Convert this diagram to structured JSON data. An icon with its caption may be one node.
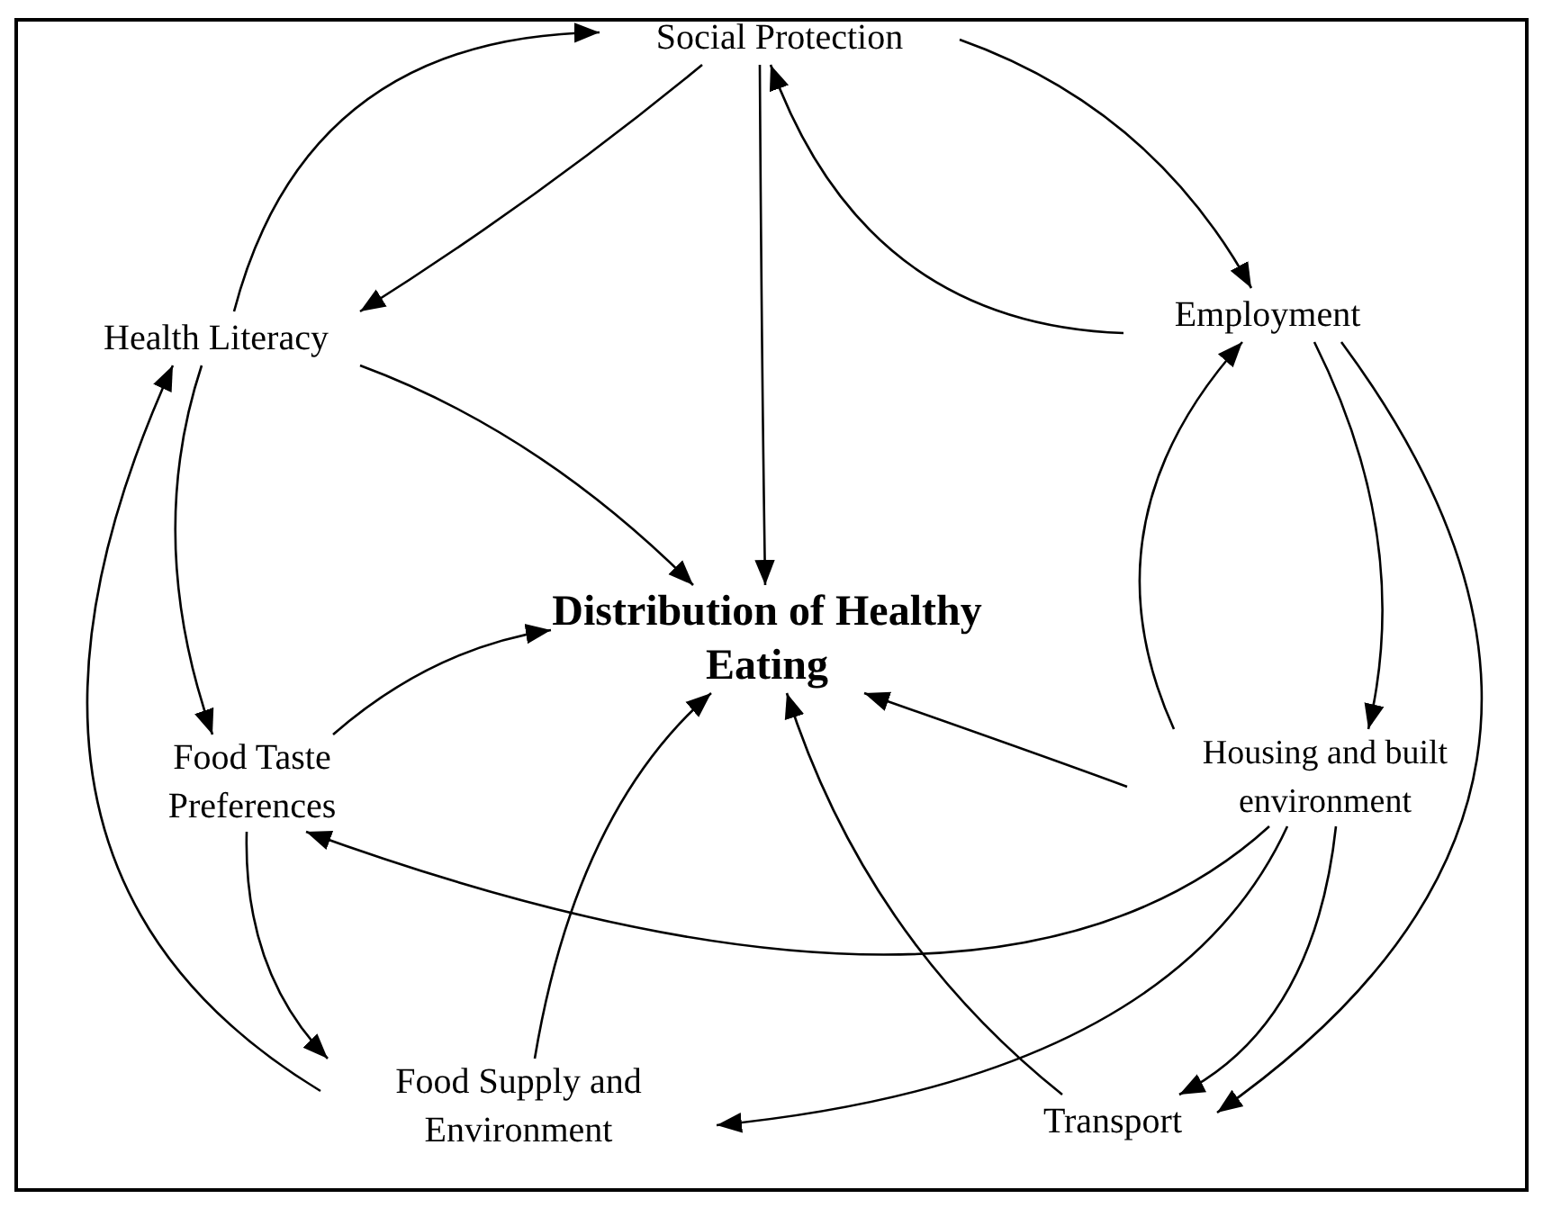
{
  "diagram": {
    "nodes": [
      {
        "text": [
          "Social Protection"
        ]
      },
      {
        "text": [
          "Health Literacy"
        ]
      },
      {
        "text": [
          "Employment"
        ]
      },
      {
        "text": [
          "Distribution of Healthy Eating"
        ]
      },
      {
        "text": [
          "Food Taste Preferences"
        ]
      },
      {
        "text": [
          "Housing and built environment"
        ]
      },
      {
        "text": [
          "Food Supply and Environment"
        ]
      },
      {
        "text": [
          "Transport"
        ]
      }
    ],
    "edges": [
      {
        "from": 1,
        "to": 0,
        "arrow": "to"
      },
      {
        "from": 0,
        "to": 1,
        "arrow": "to"
      },
      {
        "from": 0,
        "to": 3,
        "arrow": "to"
      },
      {
        "from": 0,
        "to": 2,
        "arrow": "to"
      },
      {
        "from": 2,
        "to": 0,
        "arrow": "to"
      },
      {
        "from": 1,
        "to": 3,
        "arrow": "to"
      },
      {
        "from": 1,
        "to": 4,
        "arrow": "to"
      },
      {
        "from": 6,
        "to": 1,
        "arrow": "to"
      },
      {
        "from": 4,
        "to": 3,
        "arrow": "to"
      },
      {
        "from": 4,
        "to": 6,
        "arrow": "to"
      },
      {
        "from": 6,
        "to": 3,
        "arrow": "to"
      },
      {
        "from": 5,
        "to": 2,
        "arrow": "to"
      },
      {
        "from": 2,
        "to": 5,
        "arrow": "to"
      },
      {
        "from": 2,
        "to": 7,
        "arrow": "to"
      },
      {
        "from": 5,
        "to": 3,
        "arrow": "to"
      },
      {
        "from": 5,
        "to": 4,
        "arrow": "to"
      },
      {
        "from": 5,
        "to": 6,
        "arrow": "to"
      },
      {
        "from": 5,
        "to": 7,
        "arrow": "to"
      },
      {
        "from": 7,
        "to": 3,
        "arrow": "to"
      }
    ]
  }
}
